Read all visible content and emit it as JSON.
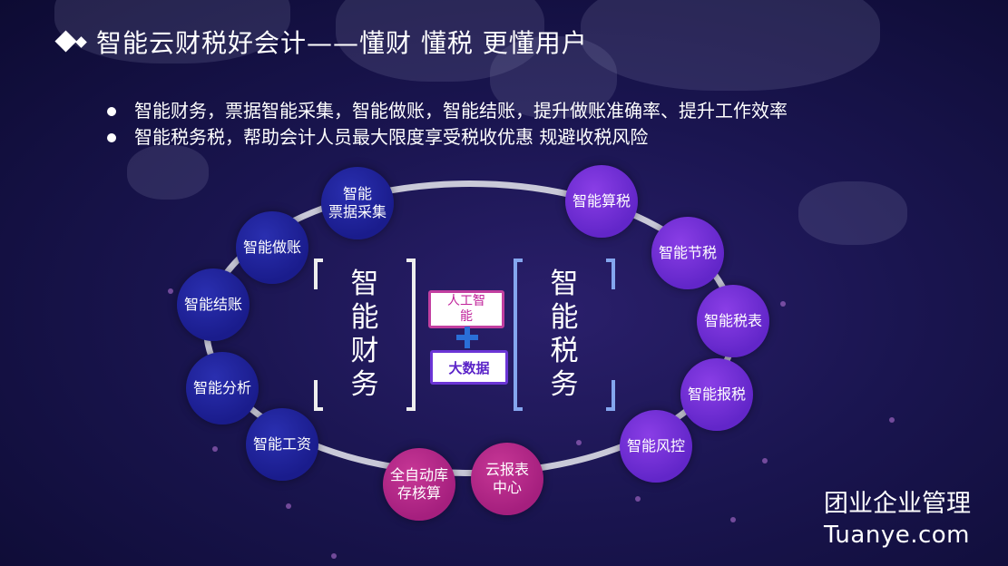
{
  "slide": {
    "title": "智能云财税好会计——懂财  懂税  更懂用户",
    "bullets": [
      "智能财务，票据智能采集，智能做账，智能结账，提升做账准确率、提升工作效率",
      "智能税务税，帮助会计人员最大限度享受税收优惠      规避收税风险"
    ]
  },
  "diagram": {
    "left_frame": "智\n能\n财\n务",
    "right_frame": "智\n能\n税\n务",
    "center_top": "人工智\n能",
    "center_bottom": "大数据",
    "left_nodes": [
      "智能\n票据采集",
      "智能做账",
      "智能结账",
      "智能分析",
      "智能工资"
    ],
    "bottom_nodes": [
      "全自动库\n存核算",
      "云报表\n中心"
    ],
    "right_nodes": [
      "智能算税",
      "智能节税",
      "智能税表",
      "智能报税",
      "智能风控"
    ]
  },
  "brand": {
    "name_cn": "团业企业管理",
    "name_en": "Tuanye.com"
  },
  "colors": {
    "background": "#1a1550",
    "node_blue": "#1a1c8c",
    "node_purple": "#6226c9",
    "node_magenta": "#a51f7e",
    "ring": "#c9c9d8"
  }
}
